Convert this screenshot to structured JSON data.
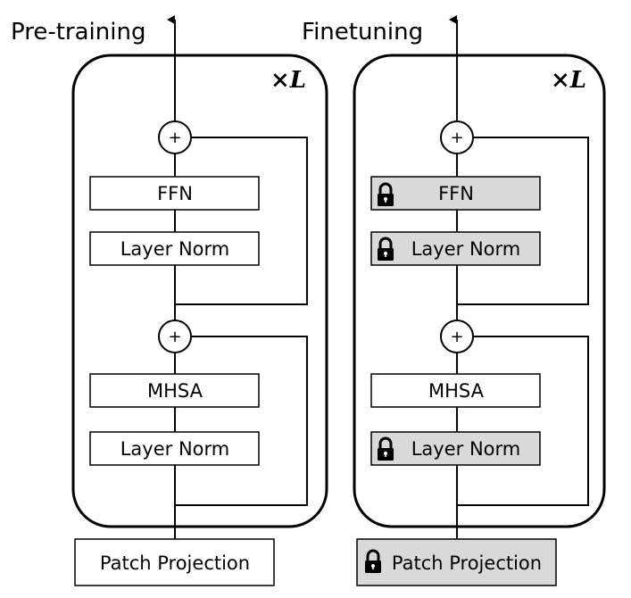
{
  "left_panel": {
    "title": "Pre-training",
    "repeat": "×L",
    "ffn": "FFN",
    "norm_top": "Layer Norm",
    "mhsa": "MHSA",
    "norm_bottom": "Layer Norm",
    "patch": "Patch Projection",
    "plus": "+"
  },
  "right_panel": {
    "title": "Finetuning",
    "repeat": "×L",
    "ffn": "FFN",
    "norm_top": "Layer Norm",
    "mhsa": "MHSA",
    "norm_bottom": "Layer Norm",
    "patch": "Patch Projection",
    "plus": "+"
  },
  "colors": {
    "frozen_fill": "#d9d9d9",
    "trainable_fill": "#ffffff",
    "line": "#000000"
  },
  "icons": {
    "frozen": "lock-icon"
  }
}
